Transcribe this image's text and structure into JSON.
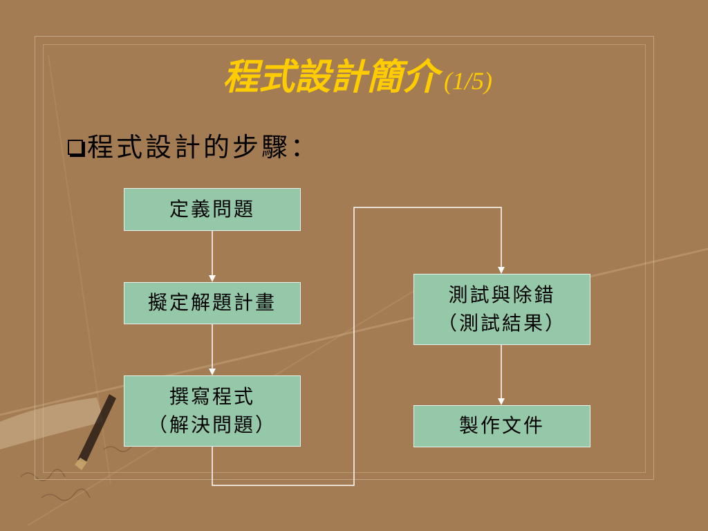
{
  "slide": {
    "title": "程式設計簡介",
    "title_suffix": "(1/5)",
    "bullet": "程式設計的步驟：",
    "colors": {
      "background": "#A47C53",
      "title": "#FFCC00",
      "box_fill": "#94C8A8",
      "connector": "#FFFFFF"
    }
  },
  "flowchart": {
    "steps": [
      {
        "id": "define",
        "lines": [
          "定義問題"
        ]
      },
      {
        "id": "plan",
        "lines": [
          "擬定解題計畫"
        ]
      },
      {
        "id": "code",
        "lines": [
          "撰寫程式",
          "（解決問題）"
        ]
      },
      {
        "id": "test",
        "lines": [
          "測試與除錯",
          "（測試結果）"
        ]
      },
      {
        "id": "docs",
        "lines": [
          "製作文件"
        ]
      }
    ]
  }
}
